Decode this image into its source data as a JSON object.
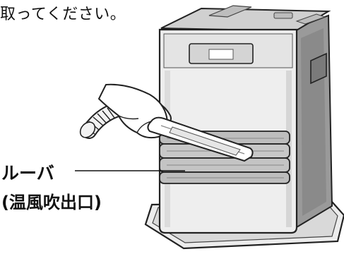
{
  "caption": "取ってください。",
  "callout": {
    "name": "ルーバ",
    "sub": "(温風吹出口)"
  }
}
